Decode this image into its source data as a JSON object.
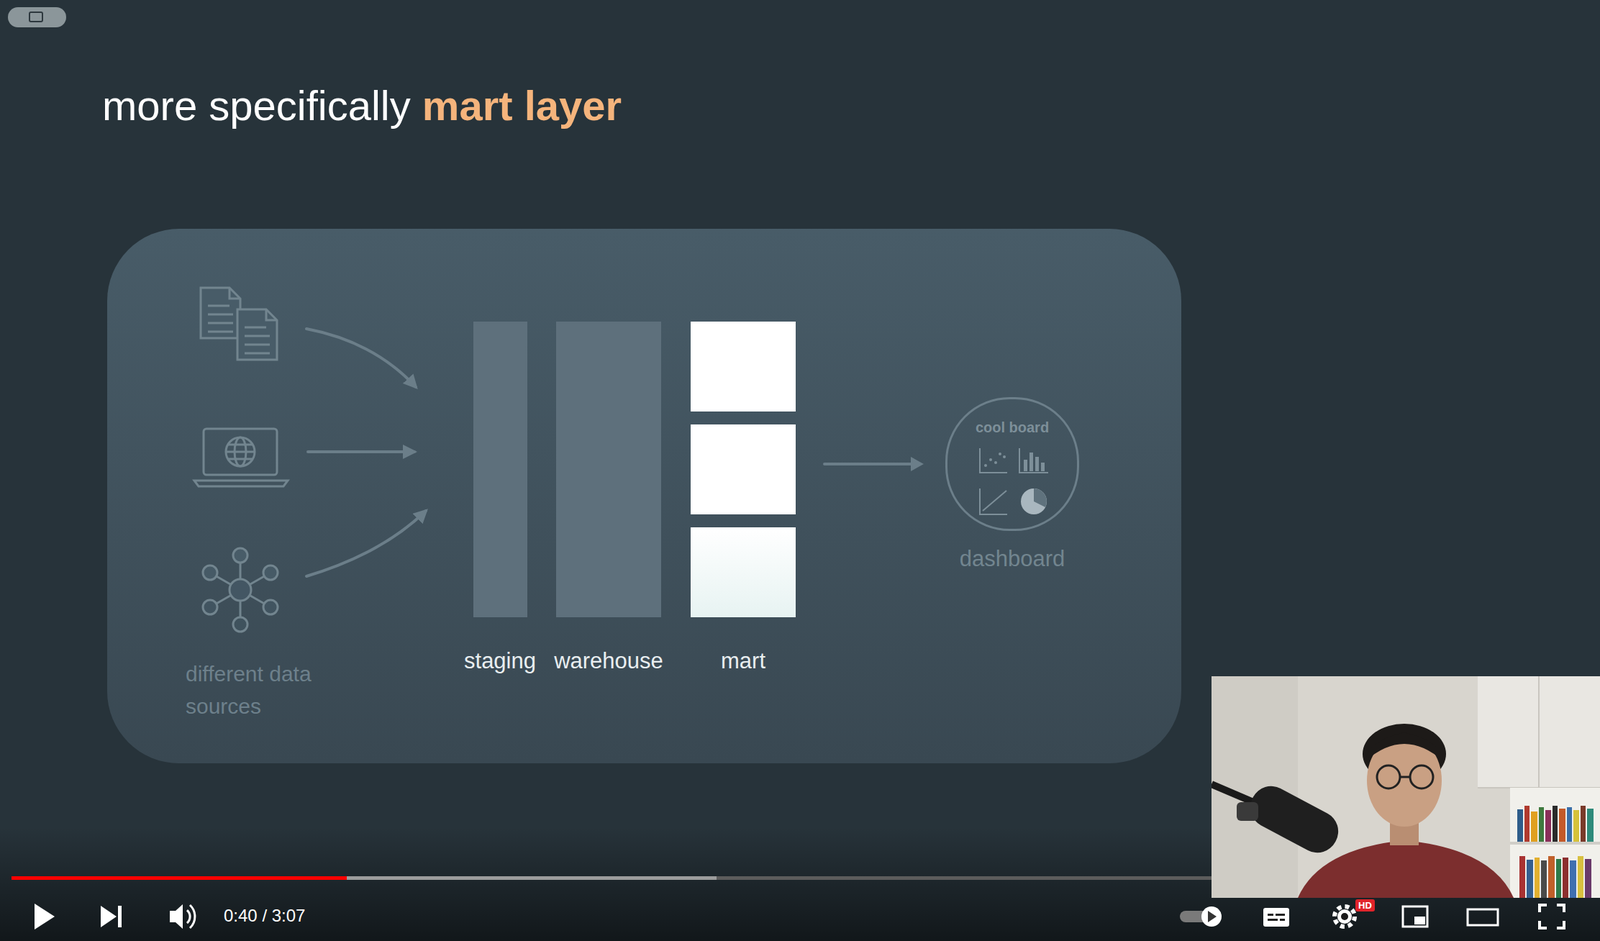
{
  "diagram": {
    "title": "more specifically mart layer",
    "nodes": [
      {
        "text": [
          "staging"
        ]
      },
      {
        "text": [
          "warehouse"
        ]
      },
      {
        "text": [
          "mart"
        ]
      },
      {
        "text": [
          "cool board",
          "dashboard"
        ]
      }
    ],
    "edges": [
      {
        "from": 2,
        "to": 3,
        "arrow": "to"
      }
    ],
    "labels": [
      "different data sources",
      "0:40 / 3:07",
      "HD"
    ]
  }
}
